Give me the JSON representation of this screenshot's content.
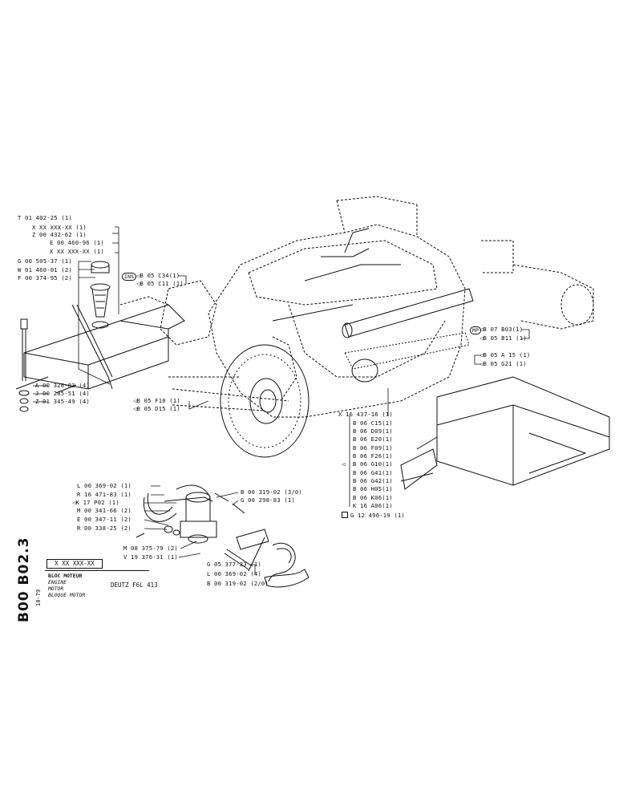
{
  "page": {
    "code": "B00 B02.3",
    "date": "10-79"
  },
  "title_block": {
    "part_number": "X XX XXX-XX",
    "descriptions": [
      "BLOC MOTEUR",
      "ENGINE",
      "MOTOR",
      "BLOQUE MOTOR"
    ],
    "model": "DEUTZ F6L 413"
  },
  "filter_callouts": [
    "T 01 402-25 (1)",
    "X XX XXX-XX (1)",
    "Z 00 432-62 (1)",
    "E 00 460-96 (1)",
    "X XX XXX-XX (1)",
    "G 00 505-37 (1)",
    "W 01 460-01 (2)",
    "F 00 374-95 (2)"
  ],
  "ins_refs": {
    "badge": "INS",
    "items": [
      "B 05 C34(1)",
      "B 05 C11 (1)"
    ]
  },
  "tank_callouts": [
    "A 00 326-83 (4)",
    "J 00 285-51 (4)",
    "Z 01 345-49 (4)"
  ],
  "flywheel_refs": [
    "B 05 F10 (1)",
    "B 05 D15 (1)"
  ],
  "mp_refs": {
    "badge": "MP",
    "items": [
      "B 07 B03(1)",
      "B 05 B11 (1)"
    ]
  },
  "right_refs": [
    "B 05 A 15 (1)",
    "B 05 G21 (1)"
  ],
  "engine_list": {
    "header": "X 16 437-16 (1)",
    "items": [
      "B 06 C15(1)",
      "B 06 D09(1)",
      "B 06 E20(1)",
      "B 06 F09(1)",
      "B 06 F26(1)",
      "B 06 G10(1)",
      "B 06 G41(1)",
      "B 06 G42(1)",
      "B 06 H05(1)",
      "B 06 K06(1)",
      "K 16 A06(1)"
    ],
    "footer": "G 12 496-19 (1)"
  },
  "pump_left": [
    "L 00 369-02 (1)",
    "R 16 471-83 (1)",
    "K 17 P02 (1)",
    "M 00 341-66 (2)",
    "E 00 347-11 (2)",
    "R 00 338-25 (2)"
  ],
  "pump_bottom": [
    "M 08 375-79 (2)",
    "V 19 376-31 (1)"
  ],
  "pump_right": [
    "B 00 319-02 (3/0)",
    "G 00 298-83 (1)"
  ],
  "hose_refs": [
    "G 05 377-23 (1)",
    "L 00 369-02 (4)",
    "B 00 319-02 (2/0)"
  ]
}
